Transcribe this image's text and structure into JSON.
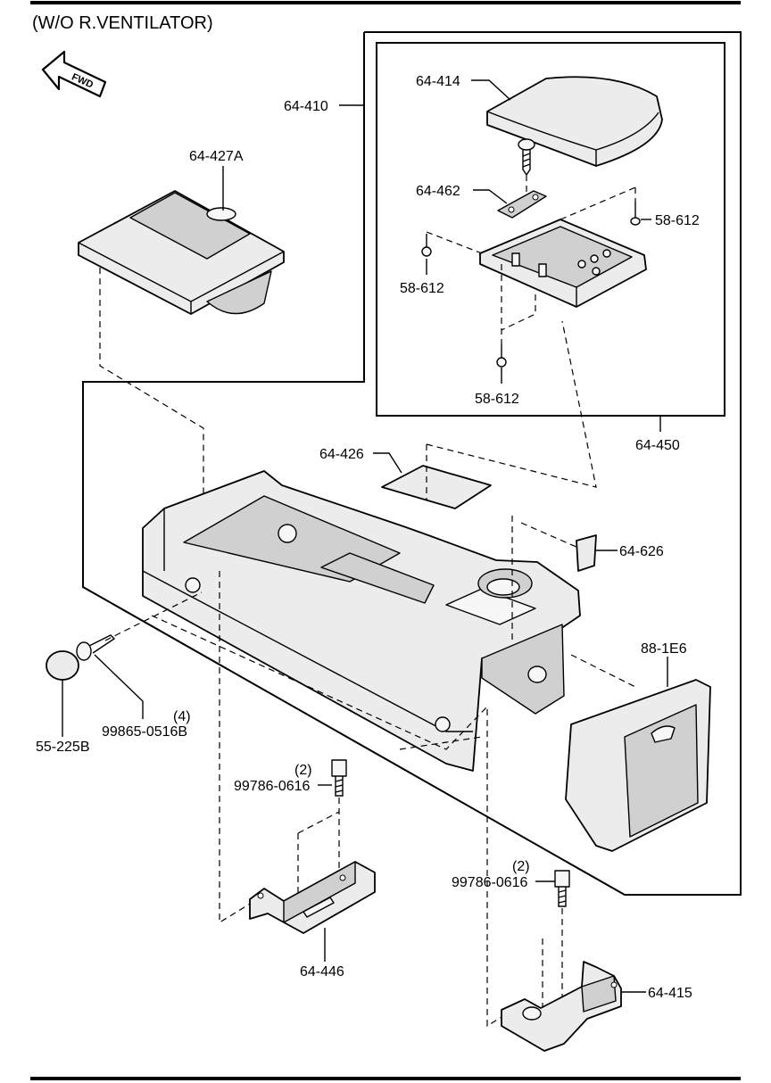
{
  "title": "(W/O R.VENTILATOR)",
  "fwd_label": "FWD",
  "labels": {
    "p64_410": "64-410",
    "p64_414": "64-414",
    "p64_462": "64-462",
    "p58_612_a": "58-612",
    "p58_612_b": "58-612",
    "p58_612_c": "58-612",
    "p64_450": "64-450",
    "p64_427a": "64-427A",
    "p64_426": "64-426",
    "p64_626": "64-626",
    "p88_1e6": "88-1E6",
    "p55_225b": "55-225B",
    "p99865_qty": "(4)",
    "p99865": "99865-0516B",
    "p99786_a_qty": "(2)",
    "p99786_a": "99786-0616",
    "p99786_b_qty": "(2)",
    "p99786_b": "99786-0616",
    "p64_446": "64-446",
    "p64_415": "64-415"
  }
}
